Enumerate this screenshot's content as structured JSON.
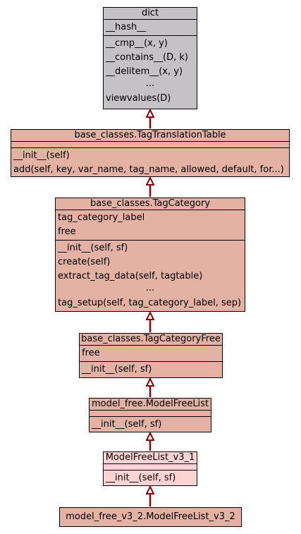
{
  "colors": {
    "dict_fill": "#c4c2c6",
    "base_fill": "#e3b2a4",
    "light_fill": "#ffd3d3",
    "arrow": "#8b0000",
    "border": "#000000"
  },
  "classes": {
    "dict": {
      "name": "dict",
      "attributes": [
        "__hash__"
      ],
      "methods": [
        "__cmp__(x, y)",
        "__contains__(D, k)",
        "__delitem__(x, y)",
        "...",
        "viewvalues(D)"
      ]
    },
    "tag_translation_table": {
      "name": "base_classes.TagTranslationTable",
      "attributes": [],
      "methods": [
        "__init__(self)",
        "add(self, key, var_name, tag_name, allowed, default, for...)"
      ]
    },
    "tag_category": {
      "name": "base_classes.TagCategory",
      "attributes": [
        "tag_category_label",
        "free"
      ],
      "methods": [
        "__init__(self, sf)",
        "create(self)",
        "extract_tag_data(self, tagtable)",
        "...",
        "tag_setup(self, tag_category_label, sep)"
      ]
    },
    "tag_category_free": {
      "name": "base_classes.TagCategoryFree",
      "attributes": [
        "free"
      ],
      "methods": [
        "__init__(self, sf)"
      ]
    },
    "model_free_list": {
      "name": "model_free.ModelFreeList",
      "attributes": [],
      "methods": [
        "__init__(self, sf)"
      ]
    },
    "model_free_list_v3_1": {
      "name": "ModelFreeList_v3_1",
      "attributes": [],
      "methods": [
        "__init__(self, sf)"
      ]
    },
    "model_free_list_v3_2": {
      "name": "model_free_v3_2.ModelFreeList_v3_2"
    }
  }
}
